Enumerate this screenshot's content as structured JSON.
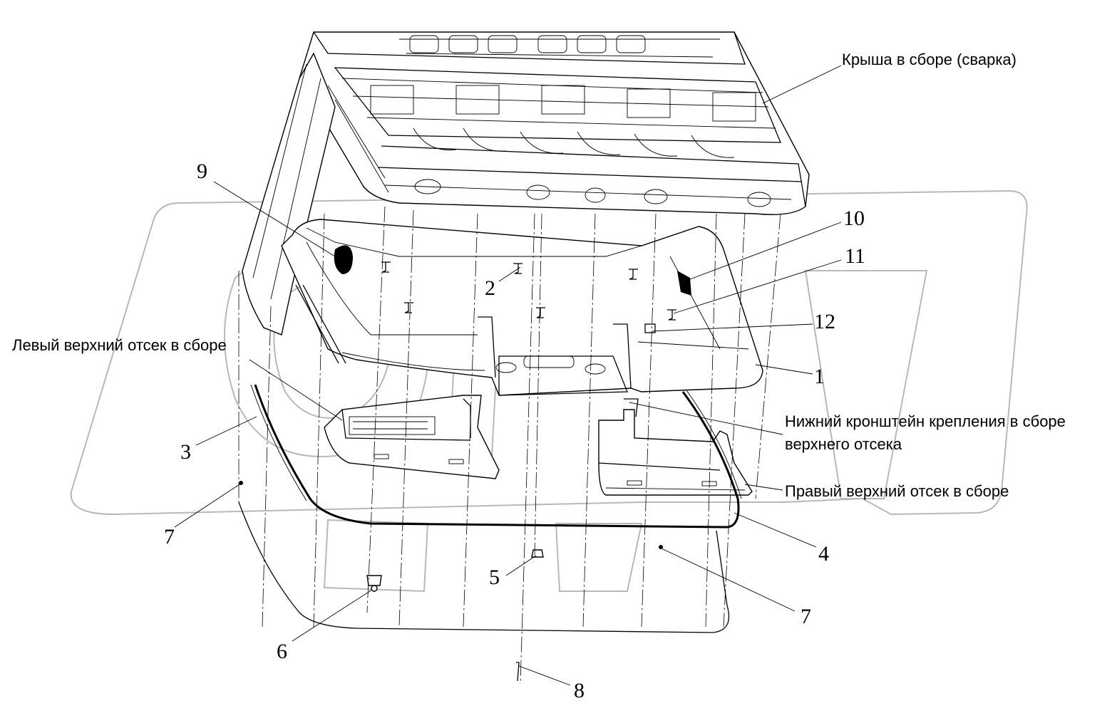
{
  "captions": {
    "roof": "Крыша в сборе (сварка)",
    "left_compartment": "Левый верхний отсек в сборе",
    "bracket_line1": "Нижний кронштейн крепления в сборе",
    "bracket_line2": "верхнего отсека",
    "right_compartment": "Правый верхний отсек в сборе"
  },
  "callouts": {
    "n1": "1",
    "n2": "2",
    "n3": "3",
    "n4": "4",
    "n5": "5",
    "n6": "6",
    "n7a": "7",
    "n7b": "7",
    "n8": "8",
    "n9": "9",
    "n10": "10",
    "n11": "11",
    "n12": "12"
  },
  "colors": {
    "line": "#000000",
    "watermark": "#b8b8b8",
    "background": "#ffffff"
  }
}
